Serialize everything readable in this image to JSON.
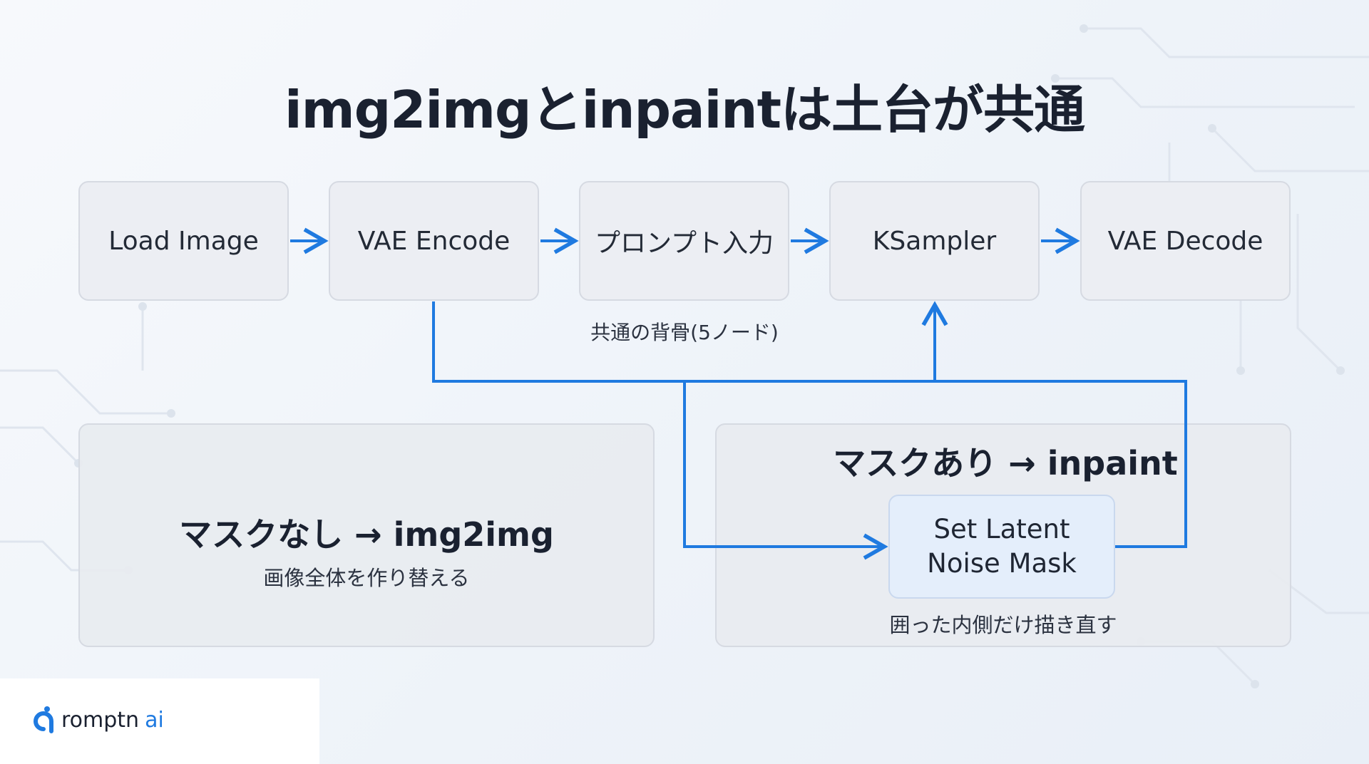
{
  "title": "img2imgとinpaintは土台が共通",
  "pipeline": [
    {
      "label": "Load Image"
    },
    {
      "label": "VAE Encode"
    },
    {
      "label": "プロンプト入力"
    },
    {
      "label": "KSampler"
    },
    {
      "label": "VAE Decode"
    }
  ],
  "backbone_caption": "共通の背骨(5ノード)",
  "img2img_panel": {
    "title": "マスクなし → img2img",
    "subtitle": "画像全体を作り替える"
  },
  "inpaint_panel": {
    "title": "マスクあり → inpaint",
    "node_line1": "Set Latent",
    "node_line2": "Noise Mask",
    "caption": "囲った内側だけ描き直す"
  },
  "logo": {
    "brand": "romptn",
    "suffix": "ai"
  },
  "colors": {
    "arrow": "#1f7ae0",
    "node_bg": "#eceef3",
    "mask_node_bg": "#e4eefb"
  }
}
